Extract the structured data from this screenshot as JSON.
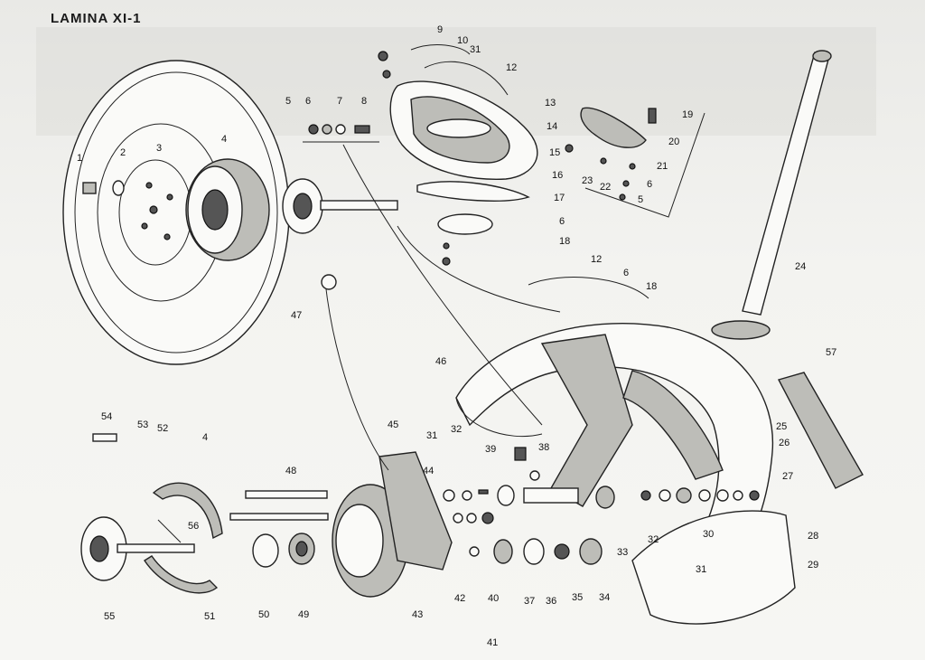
{
  "sheet": {
    "title": "LAMINA XI-1"
  },
  "callouts": [
    "1",
    "2",
    "3",
    "4",
    "5",
    "6",
    "7",
    "8",
    "9",
    "10",
    "31",
    "12",
    "13",
    "14",
    "15",
    "16",
    "17",
    "6",
    "18",
    "19",
    "20",
    "21",
    "6",
    "5",
    "23",
    "22",
    "24",
    "12",
    "6",
    "18",
    "46",
    "47",
    "57",
    "54",
    "53",
    "52",
    "4",
    "48",
    "45",
    "44",
    "31",
    "32",
    "39",
    "38",
    "25",
    "26",
    "27",
    "28",
    "29",
    "30",
    "31",
    "32",
    "33",
    "55",
    "51",
    "50",
    "49",
    "43",
    "42",
    "40",
    "41",
    "37",
    "36",
    "35",
    "34",
    "56"
  ]
}
